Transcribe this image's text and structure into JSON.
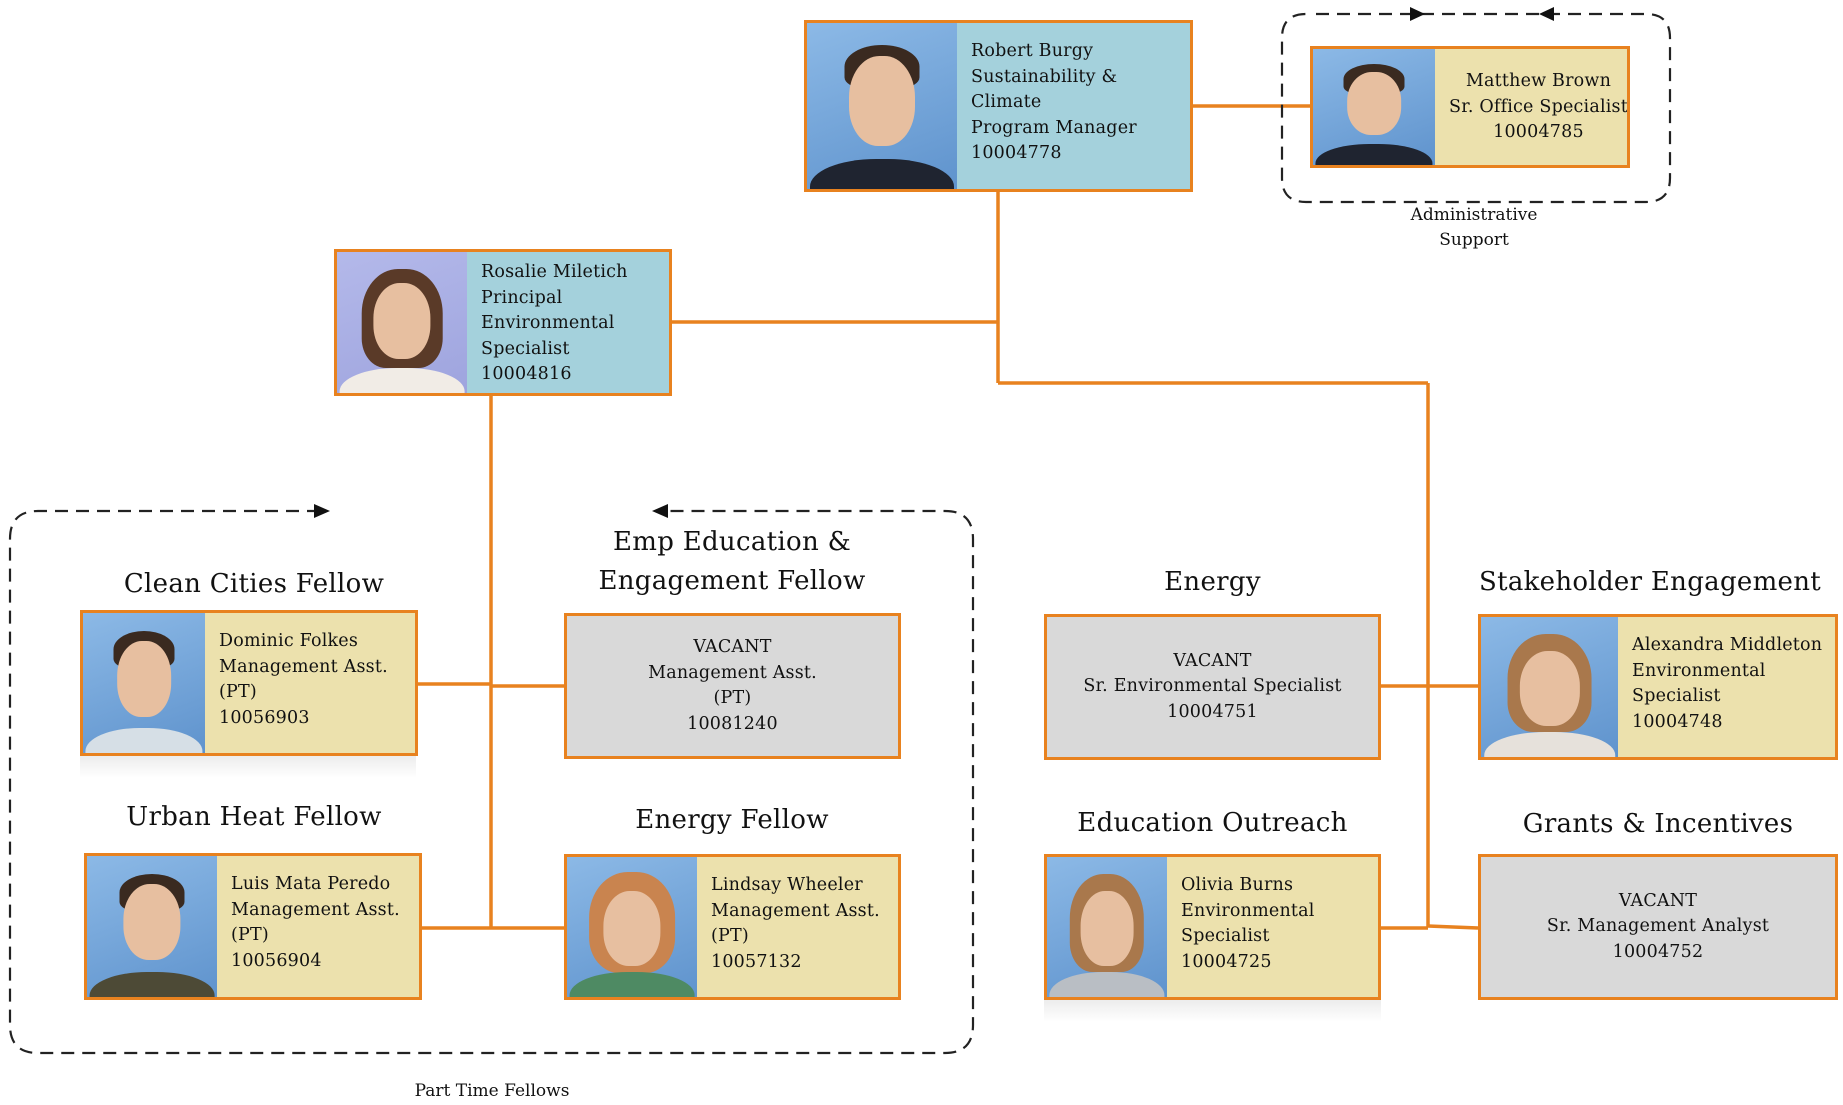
{
  "colors": {
    "connector": "#e8821f",
    "box_border": "#e8821f",
    "leader_fill": "#a4d1dc",
    "staff_fill": "#ece1ad",
    "vacant_fill": "#d9d9d9",
    "dashed_group": "#222222"
  },
  "people": {
    "robert": {
      "name": "Robert Burgy",
      "title_1": "Sustainability &",
      "title_2": "Climate",
      "title_3": "Program Manager",
      "id": "10004778"
    },
    "matthew": {
      "name": "Matthew Brown",
      "title_1": "Sr. Office Specialist",
      "id": "10004785"
    },
    "rosalie": {
      "name": "Rosalie Miletich",
      "title_1": "Principal",
      "title_2": "Environmental",
      "title_3": "Specialist",
      "id": "10004816"
    },
    "dominic": {
      "name": "Dominic Folkes",
      "title_1": "Management Asst.",
      "title_2": "(PT)",
      "id": "10056903"
    },
    "emp_vacant": {
      "name": "VACANT",
      "title_1": "Management Asst.",
      "title_2": "(PT)",
      "id": "10081240"
    },
    "luis": {
      "name": "Luis Mata Peredo",
      "title_1": "Management Asst.",
      "title_2": "(PT)",
      "id": "10056904"
    },
    "lindsay": {
      "name": "Lindsay Wheeler",
      "title_1": "Management Asst.",
      "title_2": "(PT)",
      "id": "10057132"
    },
    "energy_vacant": {
      "name": "VACANT",
      "title_1": "Sr. Environmental Specialist",
      "id": "10004751"
    },
    "alexandra": {
      "name": "Alexandra Middleton",
      "title_1": "Environmental",
      "title_2": "Specialist",
      "id": "10004748"
    },
    "olivia": {
      "name": "Olivia Burns",
      "title_1": "Environmental",
      "title_2": "Specialist",
      "id": "10004725"
    },
    "grants_vacant": {
      "name": "VACANT",
      "title_1": "Sr. Management Analyst",
      "id": "10004752"
    }
  },
  "headings": {
    "clean_cities": "Clean Cities Fellow",
    "emp_education_1": "Emp Education &",
    "emp_education_2": "Engagement Fellow",
    "urban_heat": "Urban Heat Fellow",
    "energy_fellow": "Energy Fellow",
    "energy": "Energy",
    "stakeholder": "Stakeholder Engagement",
    "education_outreach": "Education Outreach",
    "grants": "Grants & Incentives"
  },
  "captions": {
    "admin_1": "Administrative",
    "admin_2": "Support",
    "part_time": "Part Time Fellows"
  }
}
